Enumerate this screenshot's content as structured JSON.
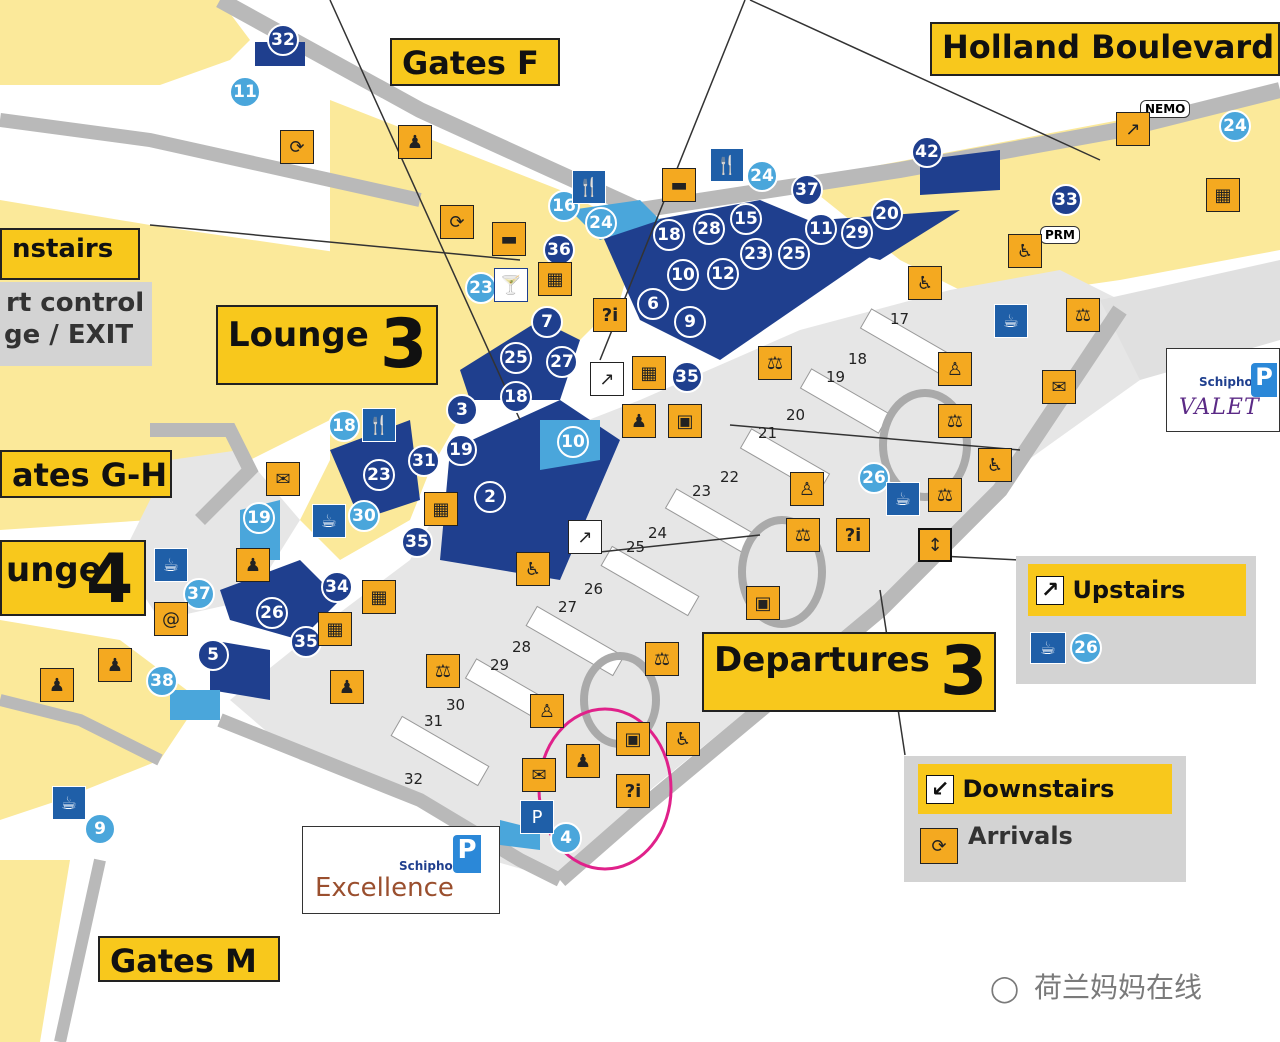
{
  "labels": {
    "gates_f": "Gates F",
    "holland_boulevard": "Holland Boulevard",
    "downstairs_left": "nstairs",
    "passport_control": "rt control",
    "lounge_exit": "ge / EXIT",
    "lounge3_text": "Lounge",
    "lounge3_num": "3",
    "gates_gh": "ates G-H",
    "lounge4_text": "unge",
    "lounge4_num": "4",
    "departures_text": "Departures",
    "departures_num": "3",
    "gates_m": "Gates M"
  },
  "legend": {
    "upstairs": "Upstairs",
    "upstairs_cafe_num": "26",
    "downstairs": "Downstairs",
    "arrivals": "Arrivals"
  },
  "logos": {
    "valet_brand": "Schiphol",
    "valet_text": "VALET",
    "excellence_brand": "Schiphol",
    "excellence_text": "Excellence",
    "nemo": "NEMO",
    "prm": "PRM"
  },
  "watermark": "荷兰妈妈在线",
  "numbered_points": [
    {
      "n": "32",
      "style": "dark"
    },
    {
      "n": "11",
      "style": "light"
    },
    {
      "n": "16",
      "style": "light"
    },
    {
      "n": "24",
      "style": "light"
    },
    {
      "n": "36",
      "style": "dark"
    },
    {
      "n": "23",
      "style": "light"
    },
    {
      "n": "7",
      "style": "dark"
    },
    {
      "n": "25",
      "style": "dark"
    },
    {
      "n": "27",
      "style": "dark"
    },
    {
      "n": "18",
      "style": "dark"
    },
    {
      "n": "3",
      "style": "dark"
    },
    {
      "n": "19",
      "style": "dark"
    },
    {
      "n": "10",
      "style": "light"
    },
    {
      "n": "2",
      "style": "dark"
    },
    {
      "n": "18",
      "style": "dark"
    },
    {
      "n": "28",
      "style": "dark"
    },
    {
      "n": "15",
      "style": "dark"
    },
    {
      "n": "24",
      "style": "light"
    },
    {
      "n": "37",
      "style": "dark"
    },
    {
      "n": "11",
      "style": "dark"
    },
    {
      "n": "29",
      "style": "dark"
    },
    {
      "n": "20",
      "style": "dark"
    },
    {
      "n": "23",
      "style": "dark"
    },
    {
      "n": "25",
      "style": "dark"
    },
    {
      "n": "10",
      "style": "dark"
    },
    {
      "n": "12",
      "style": "dark"
    },
    {
      "n": "6",
      "style": "dark"
    },
    {
      "n": "9",
      "style": "dark"
    },
    {
      "n": "35",
      "style": "dark"
    },
    {
      "n": "42",
      "style": "dark"
    },
    {
      "n": "33",
      "style": "dark"
    },
    {
      "n": "24",
      "style": "light"
    },
    {
      "n": "18",
      "style": "light"
    },
    {
      "n": "23",
      "style": "dark"
    },
    {
      "n": "31",
      "style": "dark"
    },
    {
      "n": "19",
      "style": "dark"
    },
    {
      "n": "30",
      "style": "light"
    },
    {
      "n": "35",
      "style": "dark"
    },
    {
      "n": "19",
      "style": "light"
    },
    {
      "n": "37",
      "style": "light"
    },
    {
      "n": "26",
      "style": "dark"
    },
    {
      "n": "34",
      "style": "dark"
    },
    {
      "n": "35",
      "style": "dark"
    },
    {
      "n": "5",
      "style": "dark"
    },
    {
      "n": "38",
      "style": "light"
    },
    {
      "n": "9",
      "style": "light"
    },
    {
      "n": "4",
      "style": "light"
    },
    {
      "n": "26",
      "style": "light"
    }
  ],
  "gate_numbers": [
    "17",
    "18",
    "19",
    "20",
    "21",
    "22",
    "23",
    "24",
    "25",
    "26",
    "27",
    "28",
    "29",
    "30",
    "31",
    "32"
  ],
  "icons": [
    "check-in-icon",
    "baggage-icon",
    "restaurant-icon",
    "bar-icon",
    "lounge-icon",
    "info-icon",
    "wheelchair-icon",
    "cafe-icon",
    "escalator-icon",
    "elevator-icon",
    "toilet-icon",
    "arrivals-icon",
    "mail-icon",
    "internet-icon",
    "security-icon",
    "baggage-drop-icon",
    "service-desk-icon",
    "ticket-icon",
    "parking-icon"
  ],
  "colors": {
    "floor_yellow": "#fbe99a",
    "floor_grey": "#e6e6e6",
    "wall": "#b9b9b9",
    "dark_blue": "#1f3f8e",
    "light_blue": "#4aa6db",
    "label_yellow": "#f8c81c",
    "icon_orange": "#f4a920",
    "highlight_magenta": "#e0218a"
  }
}
